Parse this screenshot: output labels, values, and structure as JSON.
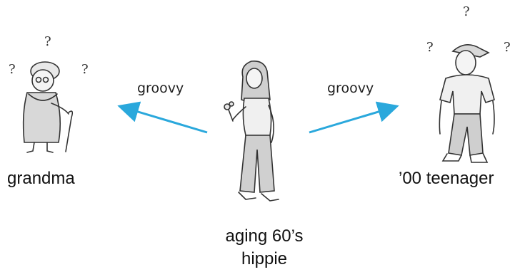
{
  "labels": {
    "grandma": "grandma",
    "teenager": "’00 teenager",
    "hippie_line1": "aging 60’s",
    "hippie_line2": "hippie",
    "word_left": "groovy",
    "word_right": "groovy",
    "question_mark": "?"
  },
  "colors": {
    "arrow": "#2aa8dc",
    "ink": "#333333",
    "fill_gray": "#d8d8d8"
  }
}
